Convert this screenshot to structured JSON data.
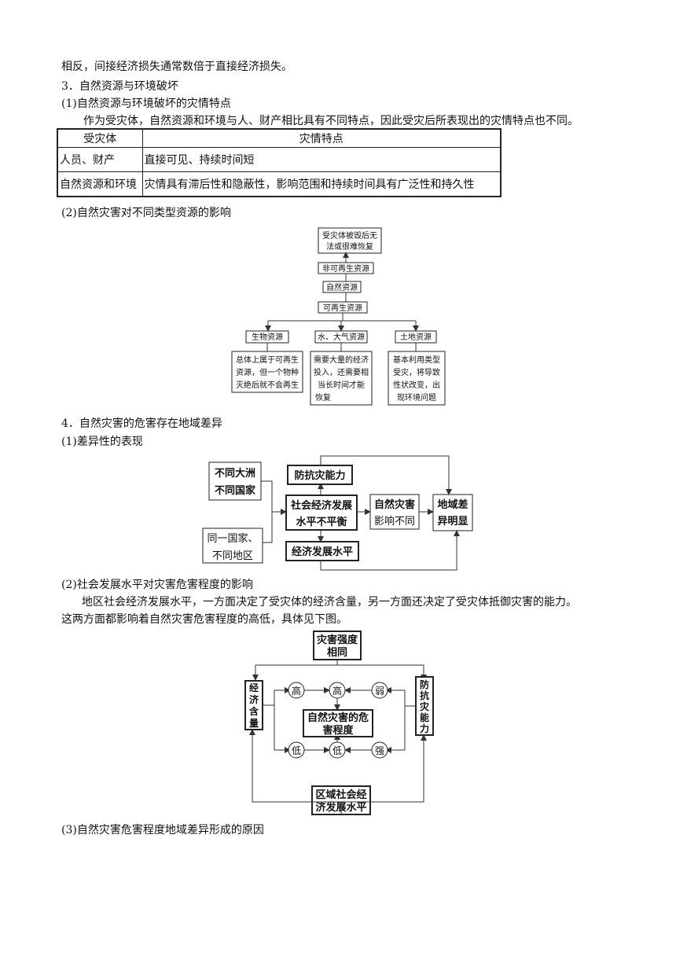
{
  "text": {
    "p1": "相反，间接经济损失通常数倍于直接经济损失。",
    "h3": "3．自然资源与环境破坏",
    "s31": "(1)自然资源与环境破坏的灾情特点",
    "p31": "作为受灾体，自然资源和环境与人、财产相比具有不同特点，因此受灾后所表现出的灾情特点也不同。",
    "s32": "(2)自然灾害对不同类型资源的影响",
    "h4": "4．自然灾害的危害存在地域差异",
    "s41": "(1)差异性的表现",
    "s42": "(2)社会发展水平对灾害危害程度的影响",
    "p42a": "地区社会经济发展水平，一方面决定了受灾体的经济含量，另一方面还决定了受灾体抵御灾害的能力。",
    "p42b": "这两方面都影响着自然灾害危害程度的高低，具体见下图。",
    "s43": "(3)自然灾害危害程度地域差异形成的原因"
  },
  "table": {
    "header": [
      "受灾体",
      "灾情特点"
    ],
    "rows": [
      [
        "人员、财产",
        "直接可见、持续时间短"
      ],
      [
        "自然资源和环境",
        "灾情具有滞后性和隐蔽性，影响范围和持续时间具有广泛性和持久性"
      ]
    ]
  },
  "d1": {
    "top1": "受灾体被毁后无",
    "top2": "法或很难恢复",
    "nonrenew": "非可再生资源",
    "natural": "自然资源",
    "renew": "可再生资源",
    "bio": "生物资源",
    "water": "水、大气资源",
    "land": "土地资源",
    "bio_d1": "总体上属于可再生",
    "bio_d2": "资源，但一个物种",
    "bio_d3": "灭绝后就不会再生",
    "water_d1": "需要大量的经济",
    "water_d2": "投入，还需要相",
    "water_d3": "当长时间才能",
    "water_d4": "恢复",
    "land_d1": "基本利用类型",
    "land_d2": "受灾，将导致",
    "land_d3": "性状改变，出",
    "land_d4": "现环境问题"
  },
  "d2": {
    "cont1": "不同大洲",
    "cont2": "不同国家",
    "same1": "同一国家、",
    "same2": "不同地区",
    "ability": "防抗灾能力",
    "uneven1": "社会经济发展",
    "uneven2": "水平不平衡",
    "econ": "经济发展水平",
    "impact1": "自然灾害",
    "impact2": "影响不同",
    "diff1": "地域差",
    "diff2": "异明显"
  },
  "d3": {
    "top1": "灾害强度",
    "top2": "相同",
    "left": [
      "经",
      "济",
      "含",
      "量"
    ],
    "right": [
      "防",
      "抗",
      "灾",
      "能",
      "力"
    ],
    "center1": "自然灾害的危",
    "center2": "害程度",
    "high": "高",
    "weak": "弱",
    "low": "低",
    "strong": "强",
    "bottom1": "区域社会经",
    "bottom2": "济发展水平"
  }
}
